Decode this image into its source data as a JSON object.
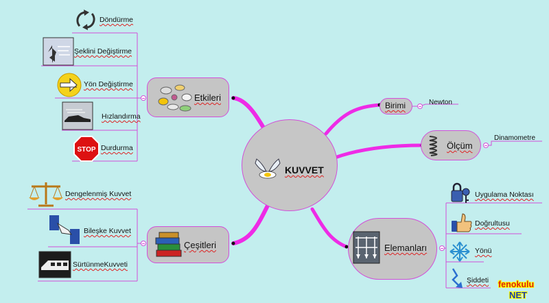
{
  "center": {
    "label": "KUVVET"
  },
  "branches": {
    "etkileri": {
      "label": "Etkileri",
      "items": [
        "Döndürme",
        "Şeklini Değiştirme",
        "Yön Değiştirme",
        "Hızlandırma",
        "Durdurma"
      ]
    },
    "cesitleri": {
      "label": "Çeşitleri",
      "items": [
        "Dengelenmiş Kuvvet",
        "Bileşke Kuvvet",
        "SürtünmeKuvveti"
      ]
    },
    "birimi": {
      "label": "Birimi",
      "items": [
        "Newton"
      ]
    },
    "olcum": {
      "label": "Ölçüm",
      "items": [
        "Dinamometre"
      ]
    },
    "elemanlari": {
      "label": "Elemanları",
      "items": [
        "Uygulama Noktası",
        "Doğrultusu",
        "Yönü",
        "Şiddeti"
      ]
    }
  },
  "stop_sign_text": "STOP",
  "brand": {
    "top": "fenokulu",
    "bottom": "NET"
  },
  "colors": {
    "background": "#c3eeee",
    "branch": "#ee2be6",
    "border": "#d24fd8",
    "node": "#c5c5c5"
  }
}
